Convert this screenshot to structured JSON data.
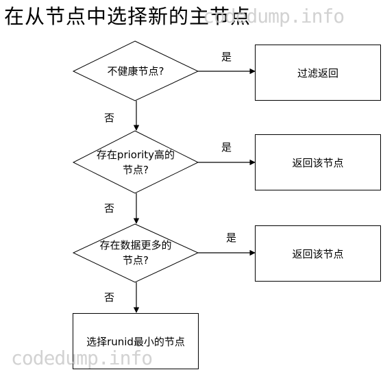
{
  "title": "在从节点中选择新的主节点",
  "watermark": "codedump.info",
  "decisions": [
    {
      "id": "d1",
      "line1": "不健康节点?",
      "line2": ""
    },
    {
      "id": "d2",
      "line1": "存在priority高的",
      "line2": "节点?"
    },
    {
      "id": "d3",
      "line1": "存在数据更多的",
      "line2": "节点?"
    }
  ],
  "results": [
    {
      "id": "r1",
      "text": "过滤返回"
    },
    {
      "id": "r2",
      "text": "返回该节点"
    },
    {
      "id": "r3",
      "text": "返回该节点"
    }
  ],
  "final": {
    "text": "选择runid最小的节点"
  },
  "edge_labels": {
    "yes": "是",
    "no": "否"
  },
  "colors": {
    "line": "#000000",
    "background": "#ffffff",
    "watermark": "#c3c3c3"
  }
}
